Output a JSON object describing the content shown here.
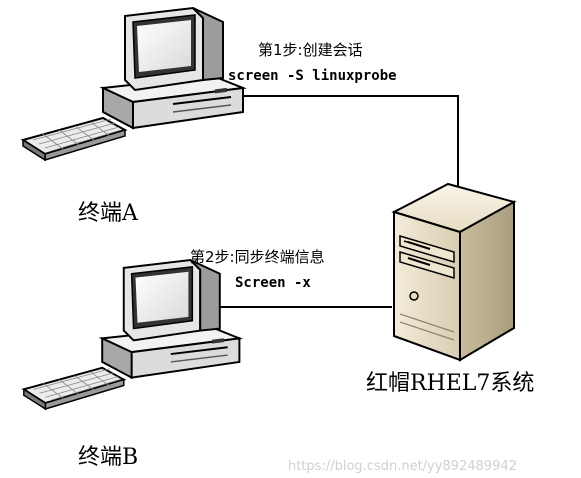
{
  "diagram": {
    "step1": {
      "label": "第1步:创建会话",
      "command": "screen -S linuxprobe"
    },
    "step2": {
      "label": "第2步:同步终端信息",
      "command": "Screen -x"
    },
    "terminal_a": {
      "label": "终端A",
      "icon": "desktop-computer-icon"
    },
    "terminal_b": {
      "label": "终端B",
      "icon": "desktop-computer-icon"
    },
    "server": {
      "label": "红帽RHEL7系统",
      "icon": "tower-server-icon"
    },
    "watermark": "https://blog.csdn.net/yy892489942"
  }
}
